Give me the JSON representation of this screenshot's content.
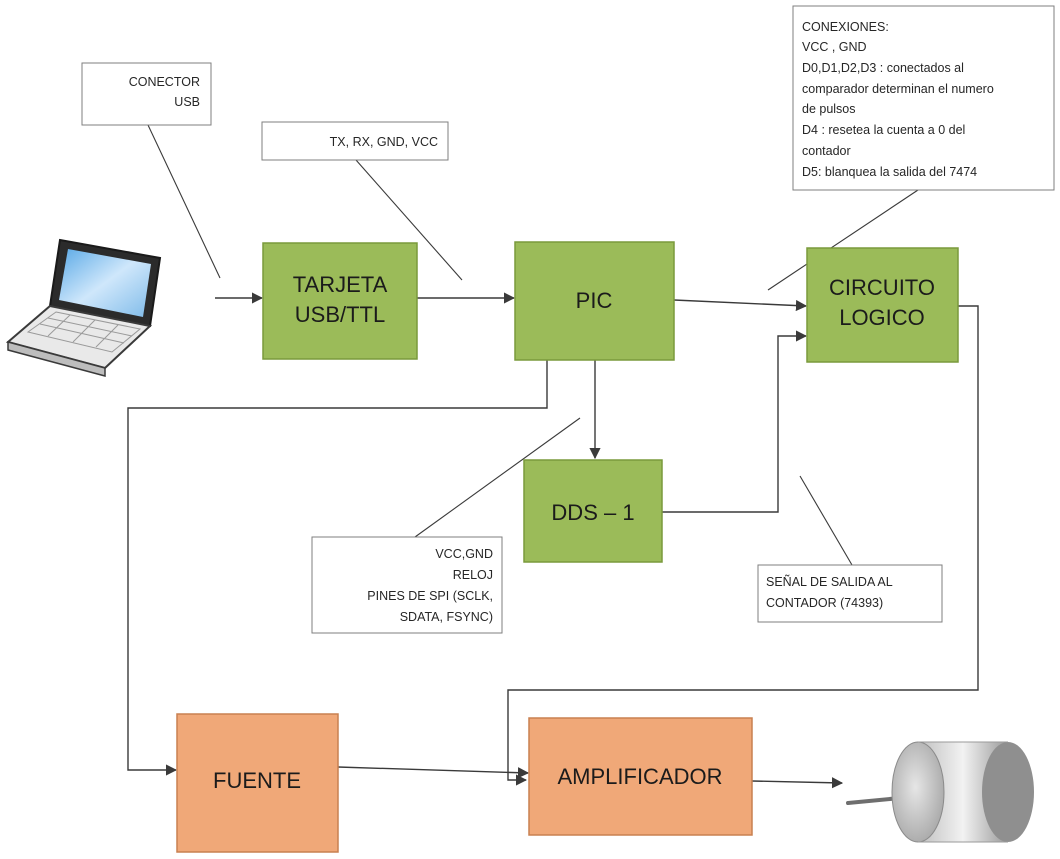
{
  "blocks": {
    "usb_ttl": [
      "TARJETA",
      "USB/TTL"
    ],
    "pic": "PIC",
    "logic": [
      "CIRCUITO",
      "LOGICO"
    ],
    "dds": "DDS – 1",
    "fuente": "FUENTE",
    "amplificador": "AMPLIFICADOR"
  },
  "callouts": {
    "usb_connector": [
      "CONECTOR",
      "USB"
    ],
    "serial_pins": "TX, RX, GND, VCC",
    "connections": [
      "CONEXIONES:",
      "VCC , GND",
      "D0,D1,D2,D3 : conectados al",
      "comparador determinan el numero",
      "de pulsos",
      "D4 : resetea la cuenta a 0 del",
      "contador",
      "D5: blanquea la salida del 7474"
    ],
    "dds_pins": [
      "VCC,GND",
      "RELOJ",
      "PINES DE SPI (SCLK,",
      "SDATA, FSYNC)"
    ],
    "output_signal": [
      "SEÑAL DE SALIDA AL",
      "CONTADOR (74393)"
    ]
  },
  "icons": [
    "laptop-icon",
    "speaker-transducer-icon"
  ],
  "colors": {
    "control_block": "#9bbb59",
    "power_block": "#f0a878",
    "line": "#3a3a3a"
  }
}
